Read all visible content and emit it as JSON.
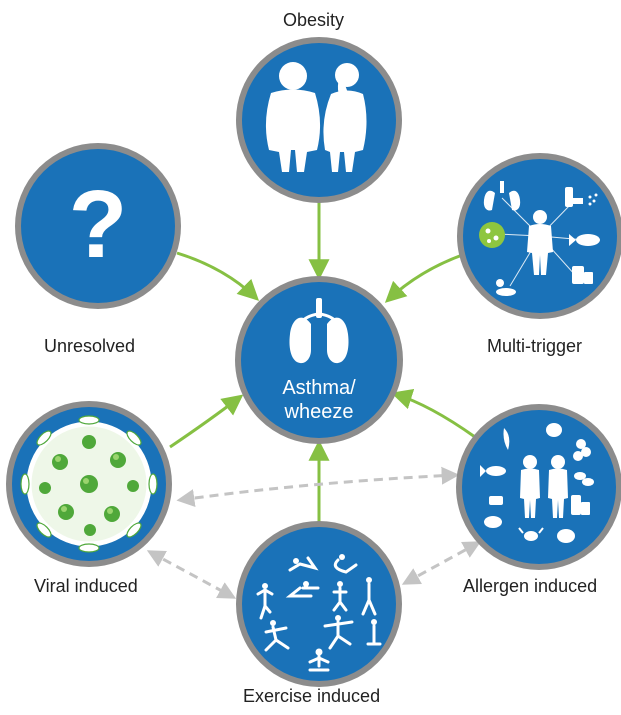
{
  "center": {
    "line1": "Asthma/",
    "line2": "wheeze",
    "icon": "lungs-icon"
  },
  "nodes": {
    "obesity": {
      "label": "Obesity",
      "icon": "obese-figures-icon"
    },
    "unresolved": {
      "label": "Unresolved",
      "icon": "question-mark-icon"
    },
    "multitrigger": {
      "label": "Multi-trigger",
      "icon": "multi-trigger-icon"
    },
    "viral": {
      "label": "Viral induced",
      "icon": "virus-icon"
    },
    "allergen": {
      "label": "Allergen induced",
      "icon": "allergen-icon"
    },
    "exercise": {
      "label": "Exercise induced",
      "icon": "exercise-poses-icon"
    }
  },
  "colors": {
    "circle_fill": "#1a72b8",
    "circle_ring": "#8c8c8c",
    "arrow_green": "#86c043",
    "arrow_gray": "#c4c4c4",
    "virus_green": "#4fa83a"
  }
}
